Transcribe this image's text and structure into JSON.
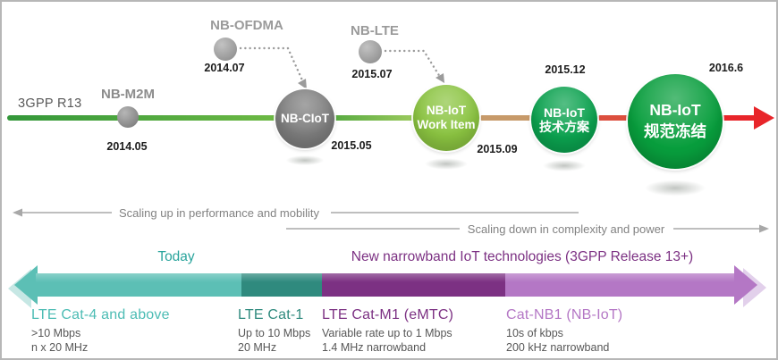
{
  "era": "3GPP R13",
  "proposals": {
    "ofdma": {
      "label": "NB-OFDMA",
      "date": "2014.07"
    },
    "lte": {
      "label": "NB-LTE",
      "date": "2015.07"
    }
  },
  "milestones": {
    "m2m": {
      "label": "NB-M2M",
      "date": "2014.05"
    },
    "ciot": {
      "line1": "NB-CIoT",
      "date": "2015.05"
    },
    "work_item": {
      "line1": "NB-IoT",
      "line2": "Work Item",
      "date": "2015.09"
    },
    "tech_plan": {
      "line1": "NB-IoT",
      "line2": "技术方案",
      "date": "2015.12"
    },
    "spec_freeze": {
      "line1": "NB-IoT",
      "line2": "规范冻结",
      "date": "2016.6"
    }
  },
  "scaling": {
    "up": "Scaling up in performance and mobility",
    "down": "Scaling down in complexity and power"
  },
  "band": {
    "today_label": "Today",
    "new_tech_label": "New narrowband IoT technologies (3GPP Release 13+)",
    "segments": [
      {
        "name": "LTE Cat-4 and above",
        "detail1": ">10 Mbps",
        "detail2": "n x 20 MHz",
        "color": "#5cbfb5",
        "text_color": "#4cbcb4"
      },
      {
        "name": "LTE Cat-1",
        "detail1": "Up to 10 Mbps",
        "detail2": "20 MHz",
        "color": "#2f8a7e",
        "text_color": "#2f8a7e"
      },
      {
        "name": "LTE Cat-M1 (eMTC)",
        "detail1": "Variable rate up to 1 Mbps",
        "detail2": "1.4 MHz narrowband",
        "color": "#7c3183",
        "text_color": "#7c3183"
      },
      {
        "name": "Cat-NB1 (NB-IoT)",
        "detail1": "10s of kbps",
        "detail2": "200 kHz narrowband",
        "color": "#b477c5",
        "text_color": "#b477c5"
      }
    ]
  },
  "colors": {
    "timeline_green": "#46a33c",
    "timeline_tan": "#c79a6a",
    "timeline_red_segment": "#dc4f3e",
    "arrow_red": "#e8252a",
    "dot_gray": "#a2a2a2",
    "dot_gray_dark": "#8f8f8f",
    "node_gray": "#7e7e7e",
    "node_light_green": "#8bc441",
    "node_green": "#0ba24f",
    "node_dark_green": "#089e3d",
    "scaling_gray": "#a8a8a8",
    "today_teal": "#2aa49c",
    "new_tech_purple": "#7c3183"
  }
}
